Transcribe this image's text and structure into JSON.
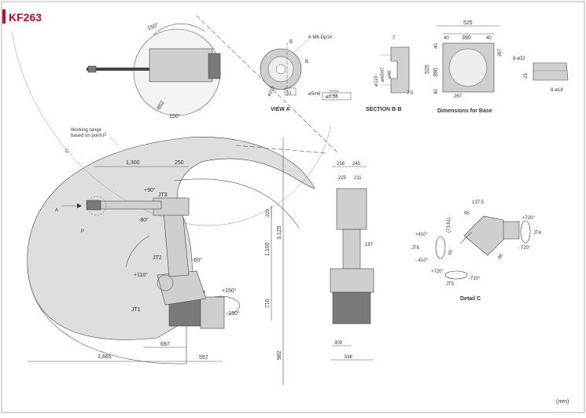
{
  "title": "KF263",
  "unit_note": "(mm)",
  "colors": {
    "accent": "#d4002a",
    "range_fill": "#dedede"
  },
  "views": {
    "view_a": "VIEW A",
    "section_bb": "SECTION B-B",
    "dims_base": "Dimensions for Base",
    "detail_c": "Detail C"
  },
  "annotations": {
    "working_range_1": "Working range",
    "working_range_2": "based on point P",
    "point_c": "C",
    "point_a": "A",
    "point_p": "P",
    "b_top": "B",
    "b_side": "B",
    "m6": "6-M6-Dp14",
    "d5m6": "ø5m6",
    "tol1": "+0.012",
    "tol2": "-0.004",
    "flat": "ø0.04",
    "d102": "ø102"
  },
  "angles": {
    "top_150": "150°",
    "top_150b": "150°",
    "top_852": "852",
    "p90": "+90°",
    "m80": "-80°",
    "m60": "-60°",
    "p110": "+110°",
    "p150": "+150°",
    "m150": "-150°",
    "p720a": "+720°",
    "m720a": "-720°",
    "p720b": "+720°",
    "m720b": "-720°",
    "p410": "+410°",
    "m410": "- 410°"
  },
  "joints": {
    "jt1": "JT1",
    "jt2": "JT2",
    "jt3": "JT3",
    "jt4": "JT4",
    "jt5": "JT5",
    "jt6": "JT6"
  },
  "dims_side": {
    "d1300": "1,300",
    "d250": "250",
    "d2665": "2,665",
    "d697": "697",
    "d557": "557",
    "d3125": "3,125",
    "d1100": "1,100",
    "d710": "710",
    "d982": "982",
    "d220": "220"
  },
  "dims_front": {
    "d258": "258",
    "d240": "240",
    "d225": "225",
    "d211": "211",
    "d197": "197",
    "d309": "309",
    "d598": "598"
  },
  "dims_base": {
    "d525": "525",
    "d40a": "40",
    "d390": "390",
    "d40b": "40",
    "d40c": "40",
    "d390v": "390",
    "d525v": "525",
    "d40d": "40",
    "d267": "267",
    "d267v": "267",
    "d8_32": "8-ø32",
    "d23": "23",
    "d8_18": "8-ø18"
  },
  "dims_section": {
    "d7": "7",
    "d51": "51",
    "d75": "7.5",
    "d40": "ø40",
    "d110": "ø110",
    "d40h7": "ø40H7"
  },
  "dims_detail": {
    "d1375": "137.5",
    "d95": "95",
    "d7361": "(73.61)",
    "d65": "65",
    "d85": "85"
  }
}
